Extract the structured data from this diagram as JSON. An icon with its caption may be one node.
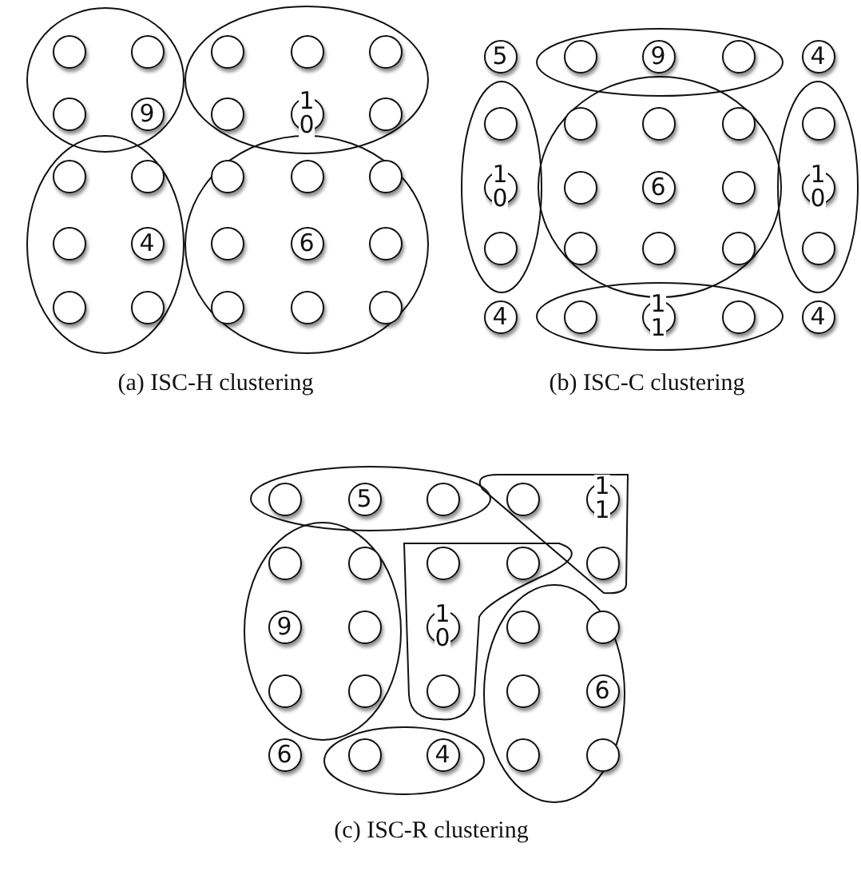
{
  "diagram": {
    "nodes": [
      {
        "text": [],
        "shape": "circle"
      },
      {
        "text": [],
        "shape": "circle"
      },
      {
        "text": [],
        "shape": "circle"
      },
      {
        "text": [],
        "shape": "circle"
      },
      {
        "text": [],
        "shape": "circle"
      },
      {
        "text": [],
        "shape": "circle"
      },
      {
        "text": [
          "9"
        ]
      },
      {
        "text": [],
        "shape": "circle"
      },
      {
        "text": [
          "10"
        ]
      },
      {
        "text": [],
        "shape": "circle"
      },
      {
        "text": [],
        "shape": "circle"
      },
      {
        "text": [],
        "shape": "circle"
      },
      {
        "text": [],
        "shape": "circle"
      },
      {
        "text": [],
        "shape": "circle"
      },
      {
        "text": [],
        "shape": "circle"
      },
      {
        "text": [],
        "shape": "circle"
      },
      {
        "text": [
          "4"
        ]
      },
      {
        "text": [],
        "shape": "circle"
      },
      {
        "text": [
          "6"
        ]
      },
      {
        "text": [],
        "shape": "circle"
      },
      {
        "text": [],
        "shape": "circle"
      },
      {
        "text": [],
        "shape": "circle"
      },
      {
        "text": [],
        "shape": "circle"
      },
      {
        "text": [],
        "shape": "circle"
      },
      {
        "text": [],
        "shape": "circle"
      },
      {
        "text": [
          "5"
        ]
      },
      {
        "text": [],
        "shape": "circle"
      },
      {
        "text": [
          "9"
        ]
      },
      {
        "text": [],
        "shape": "circle"
      },
      {
        "text": [
          "4"
        ]
      },
      {
        "text": [],
        "shape": "circle"
      },
      {
        "text": [],
        "shape": "circle"
      },
      {
        "text": [],
        "shape": "circle"
      },
      {
        "text": [],
        "shape": "circle"
      },
      {
        "text": [],
        "shape": "circle"
      },
      {
        "text": [
          "10"
        ]
      },
      {
        "text": [],
        "shape": "circle"
      },
      {
        "text": [
          "6"
        ]
      },
      {
        "text": [],
        "shape": "circle"
      },
      {
        "text": [
          "10"
        ]
      },
      {
        "text": [],
        "shape": "circle"
      },
      {
        "text": [],
        "shape": "circle"
      },
      {
        "text": [],
        "shape": "circle"
      },
      {
        "text": [],
        "shape": "circle"
      },
      {
        "text": [],
        "shape": "circle"
      },
      {
        "text": [
          "4"
        ]
      },
      {
        "text": [],
        "shape": "circle"
      },
      {
        "text": [
          "11"
        ]
      },
      {
        "text": [],
        "shape": "circle"
      },
      {
        "text": [
          "4"
        ]
      },
      {
        "text": [],
        "shape": "circle"
      },
      {
        "text": [
          "5"
        ]
      },
      {
        "text": [],
        "shape": "circle"
      },
      {
        "text": [],
        "shape": "circle"
      },
      {
        "text": [
          "11"
        ]
      },
      {
        "text": [],
        "shape": "circle"
      },
      {
        "text": [],
        "shape": "circle"
      },
      {
        "text": [],
        "shape": "circle"
      },
      {
        "text": [],
        "shape": "circle"
      },
      {
        "text": [],
        "shape": "circle"
      },
      {
        "text": [
          "9"
        ]
      },
      {
        "text": [],
        "shape": "circle"
      },
      {
        "text": [
          "10"
        ]
      },
      {
        "text": [],
        "shape": "circle"
      },
      {
        "text": [],
        "shape": "circle"
      },
      {
        "text": [],
        "shape": "circle"
      },
      {
        "text": [],
        "shape": "circle"
      },
      {
        "text": [],
        "shape": "circle"
      },
      {
        "text": [],
        "shape": "circle"
      },
      {
        "text": [
          "6"
        ]
      },
      {
        "text": [
          "6"
        ]
      },
      {
        "text": [],
        "shape": "circle"
      },
      {
        "text": [
          "4"
        ]
      },
      {
        "text": [],
        "shape": "circle"
      },
      {
        "text": [],
        "shape": "circle"
      }
    ],
    "labels": [
      "(a) ISC-H clustering",
      "(b) ISC-C clustering",
      "(c) ISC-R clustering"
    ]
  }
}
